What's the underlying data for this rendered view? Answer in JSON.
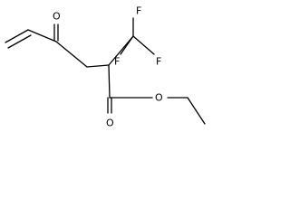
{
  "molecule": {
    "atoms": {
      "O1": "O",
      "F1": "F",
      "F2": "F",
      "F3": "F",
      "O2": "O",
      "O3": "O"
    }
  }
}
